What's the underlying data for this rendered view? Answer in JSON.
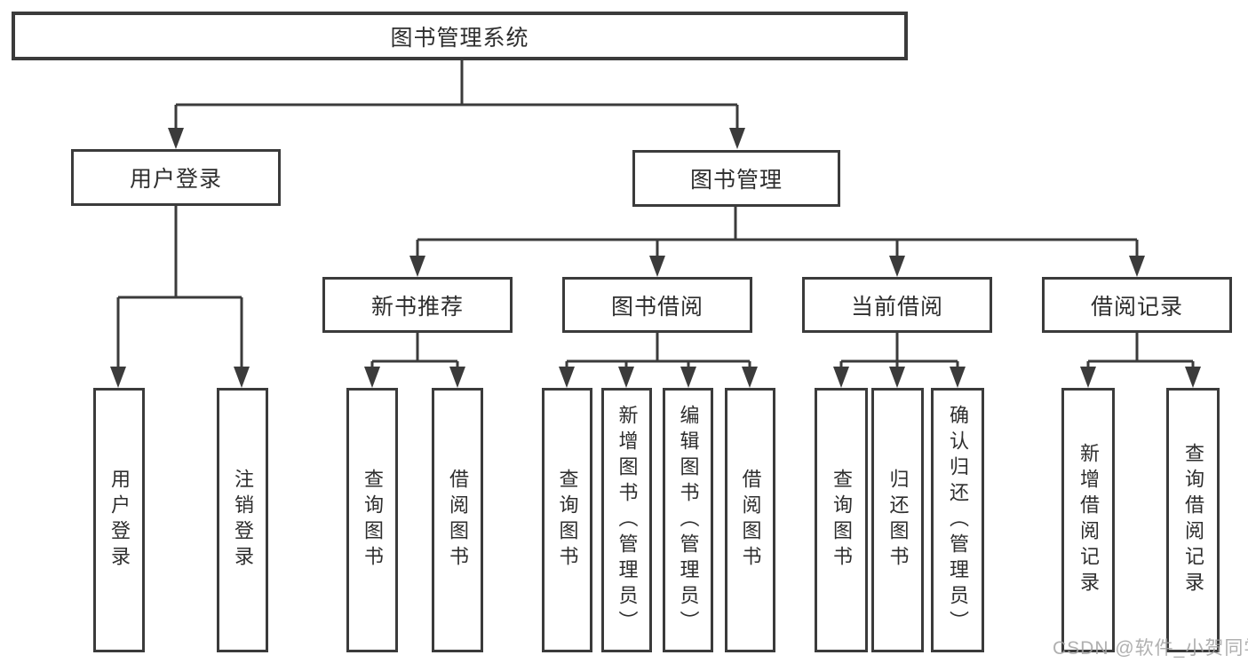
{
  "colors": {
    "ink": "#3b3b3b",
    "text": "#2e2e2e",
    "watermark": "#a3a3a3",
    "bg": "#ffffff"
  },
  "watermark": "CSDN @软件_小贺同学",
  "tree": {
    "label": "图书管理系统",
    "children": [
      {
        "label": "用户登录",
        "children": [
          {
            "label": "用户登录"
          },
          {
            "label": "注销登录"
          }
        ]
      },
      {
        "label": "图书管理",
        "children": [
          {
            "label": "新书推荐",
            "children": [
              {
                "label": "查询图书"
              },
              {
                "label": "借阅图书"
              }
            ]
          },
          {
            "label": "图书借阅",
            "children": [
              {
                "label": "查询图书"
              },
              {
                "label": "新增图书（管理员）"
              },
              {
                "label": "编辑图书（管理员）"
              },
              {
                "label": "借阅图书"
              }
            ]
          },
          {
            "label": "当前借阅",
            "children": [
              {
                "label": "查询图书"
              },
              {
                "label": "归还图书"
              },
              {
                "label": "确认归还（管理员）"
              }
            ]
          },
          {
            "label": "借阅记录",
            "children": [
              {
                "label": "新增借阅记录"
              },
              {
                "label": "查询借阅记录"
              }
            ]
          }
        ]
      }
    ]
  }
}
